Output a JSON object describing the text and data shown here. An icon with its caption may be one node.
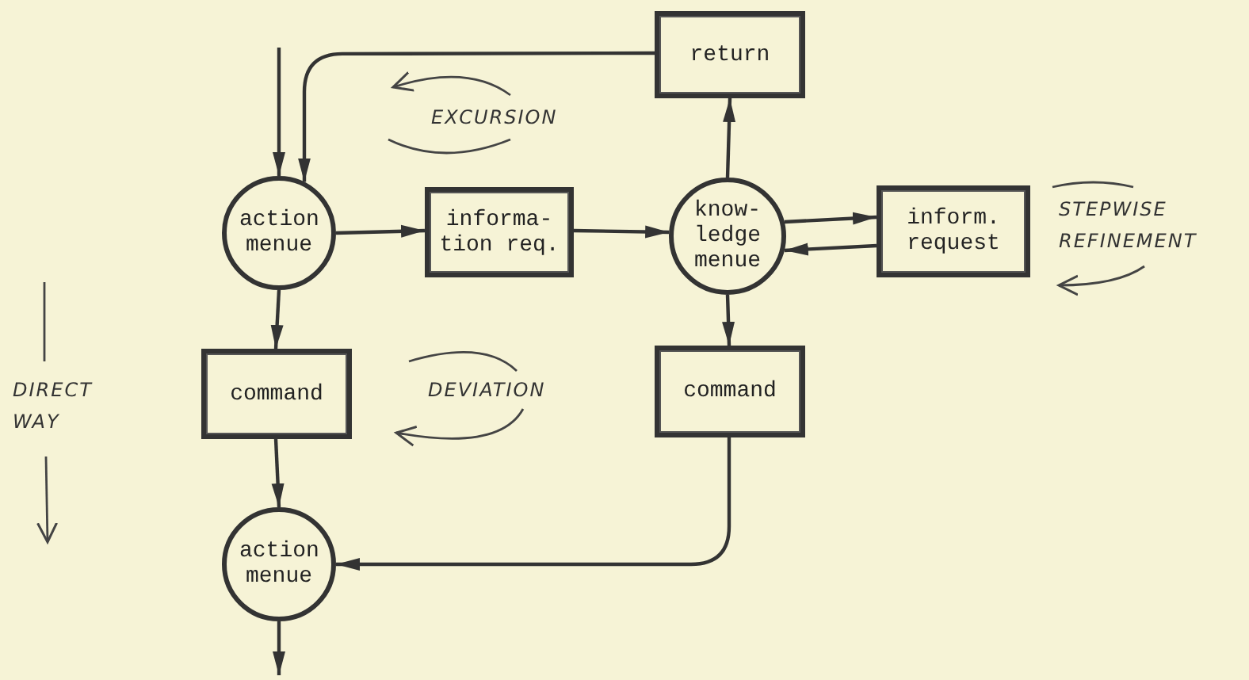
{
  "diagram": {
    "nodes": [
      {
        "text": [
          "action menue"
        ]
      },
      {
        "text": [
          "informa- tion req."
        ]
      },
      {
        "text": [
          "know- ledge menue"
        ]
      },
      {
        "text": [
          "return"
        ]
      },
      {
        "text": [
          "inform. request"
        ]
      },
      {
        "text": [
          "command"
        ]
      },
      {
        "text": [
          "command"
        ]
      },
      {
        "text": [
          "action menue"
        ]
      }
    ],
    "edges": [
      {
        "from": null,
        "to": 0,
        "arrow": "to"
      },
      {
        "from": 3,
        "to": 0,
        "arrow": "to"
      },
      {
        "from": 0,
        "to": 1,
        "arrow": "to"
      },
      {
        "from": 1,
        "to": 2,
        "arrow": "to"
      },
      {
        "from": 2,
        "to": 3,
        "arrow": "to"
      },
      {
        "from": 2,
        "to": 4,
        "arrow": "to"
      },
      {
        "from": 4,
        "to": 2,
        "arrow": "to"
      },
      {
        "from": 2,
        "to": 6,
        "arrow": "to"
      },
      {
        "from": 0,
        "to": 5,
        "arrow": "to"
      },
      {
        "from": 5,
        "to": 7,
        "arrow": "to"
      },
      {
        "from": 6,
        "to": 7,
        "arrow": "to"
      },
      {
        "from": 7,
        "to": null,
        "arrow": "to"
      }
    ],
    "labels": [
      "EXCURSION",
      "STEPWISE REFINEMENT",
      "DIRECT WAY",
      "DEVIATION"
    ]
  }
}
